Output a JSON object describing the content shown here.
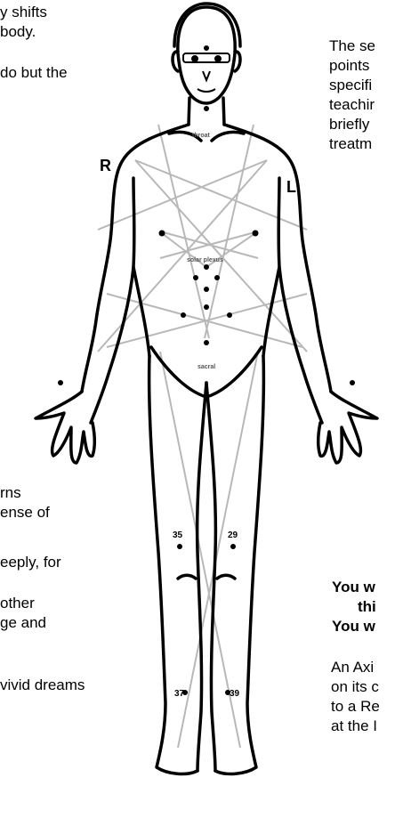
{
  "left_text": {
    "line1": "y shifts",
    "line2": "body.",
    "line3": "do but the",
    "line4": "rns",
    "line5": "ense of",
    "line6": "eeply, for",
    "line7": "other",
    "line8": "ge and",
    "line9": "vivid dreams"
  },
  "right_text": {
    "line1": "The se",
    "line2": "points",
    "line3": "specifi",
    "line4": "teachir",
    "line5": "briefly",
    "line6": "treatm"
  },
  "bold_text": {
    "line1": "You w",
    "line2": "thi",
    "line3": "You w"
  },
  "bottom_right_text": {
    "line1": "An Axi",
    "line2": "on its c",
    "line3": "to a Re",
    "line4": "at the I"
  },
  "figure": {
    "side_right": "R",
    "side_left": "L",
    "label_throat": "throat",
    "label_solar": "solar plexus",
    "label_sacral": "sacral",
    "point_right_knee": "35",
    "point_left_knee": "29",
    "point_right_ankle": "37",
    "point_left_ankle": "39"
  },
  "colors": {
    "ink": "#000000",
    "guide_lines": "#b8b8b8",
    "background": "#ffffff"
  }
}
